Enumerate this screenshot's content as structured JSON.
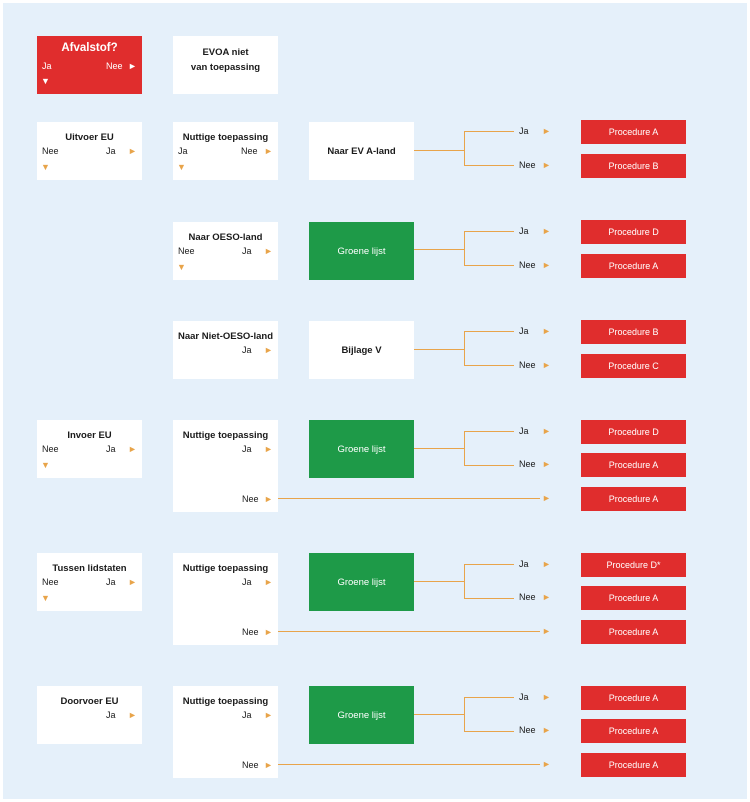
{
  "start": {
    "title": "Afvalstof?",
    "ja": "Ja",
    "nee": "Nee"
  },
  "evoa": {
    "line1": "EVOA niet",
    "line2": "van toepassing"
  },
  "categories": [
    {
      "title": "Uitvoer EU",
      "nee": "Nee",
      "ja": "Ja"
    },
    {
      "title": "Invoer EU",
      "nee": "Nee",
      "ja": "Ja"
    },
    {
      "title": "Tussen lidstaten",
      "nee": "Nee",
      "ja": "Ja"
    },
    {
      "title": "Doorvoer EU",
      "ja": "Ja"
    }
  ],
  "questions": [
    {
      "title": "Nuttige toepassing",
      "ja": "Ja",
      "nee": "Nee"
    },
    {
      "title": "Naar OESO-land",
      "nee": "Nee",
      "ja": "Ja"
    },
    {
      "title": "Naar Niet-OESO-land",
      "ja": "Ja"
    },
    {
      "title": "Nuttige toepassing",
      "ja": "Ja",
      "nee": "Nee"
    },
    {
      "title": "Nuttige toepassing",
      "ja": "Ja",
      "nee": "Nee"
    },
    {
      "title": "Nuttige toepassing",
      "ja": "Ja",
      "nee": "Nee"
    }
  ],
  "mids": [
    "Naar EV A-land",
    "Groene lijst",
    "Bijlage V",
    "Groene lijst",
    "Groene lijst",
    "Groene lijst"
  ],
  "branch": {
    "ja": "Ja",
    "nee": "Nee"
  },
  "procedures": [
    "Procedure A",
    "Procedure B",
    "Procedure D",
    "Procedure A",
    "Procedure B",
    "Procedure C",
    "Procedure D",
    "Procedure A",
    "Procedure A",
    "Procedure D*",
    "Procedure A",
    "Procedure A",
    "Procedure A",
    "Procedure A",
    "Procedure A"
  ],
  "colors": {
    "background": "#e5f0fa",
    "red": "#e02d2d",
    "green": "#1e9a48",
    "arrow": "#e8a44a"
  }
}
